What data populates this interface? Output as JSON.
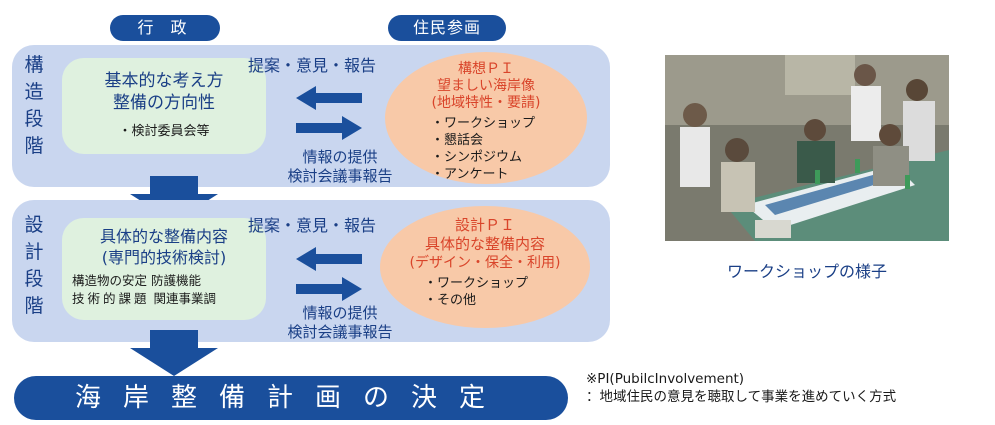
{
  "headers": {
    "gov": "行 政",
    "residents": "住民参画"
  },
  "stage1": {
    "label": [
      "構",
      "造",
      "段",
      "階"
    ],
    "gov_title_1": "基本的な考え方",
    "gov_title_2": "整備の方向性",
    "gov_item": "・検討委員会等",
    "proposal": "提案・意見・報告",
    "info_1": "情報の提供",
    "info_2": "検討会議事報告",
    "pi_title_1": "構想ＰＩ",
    "pi_title_2": "望ましい海岸像",
    "pi_title_3": "(地域特性・要請)",
    "pi_items": [
      "・ワークショップ",
      "・懇話会",
      "・シンポジウム",
      "・アンケート"
    ]
  },
  "stage2": {
    "label": [
      "設",
      "計",
      "段",
      "階"
    ],
    "gov_title_1": "具体的な整備内容",
    "gov_title_2": "(専門的技術検討)",
    "gov_item_1": "構造物の安定",
    "gov_item_2": "技術的課題",
    "gov_item_3": "防護機能",
    "gov_item_4": "関連事業調",
    "proposal": "提案・意見・報告",
    "info_1": "情報の提供",
    "info_2": "検討会議事報告",
    "pi_title_1": "設計ＰＩ",
    "pi_title_2": "具体的な整備内容",
    "pi_title_3": "(デザイン・保全・利用)",
    "pi_items": [
      "・ワークショップ",
      "・その他"
    ]
  },
  "banner": "海岸整備計画の決定",
  "photo_caption": "ワークショップの様子",
  "note_1": "※PI(PubilcInvolvement)",
  "note_2": "：地域住民の意見を聴取して事業を進めていく方式",
  "colors": {
    "navy": "#1a4f9c",
    "stage_bg": "#c9d6ef",
    "green": "#dff1df",
    "peach": "#f8c9a8",
    "orange_text": "#d9442a"
  }
}
